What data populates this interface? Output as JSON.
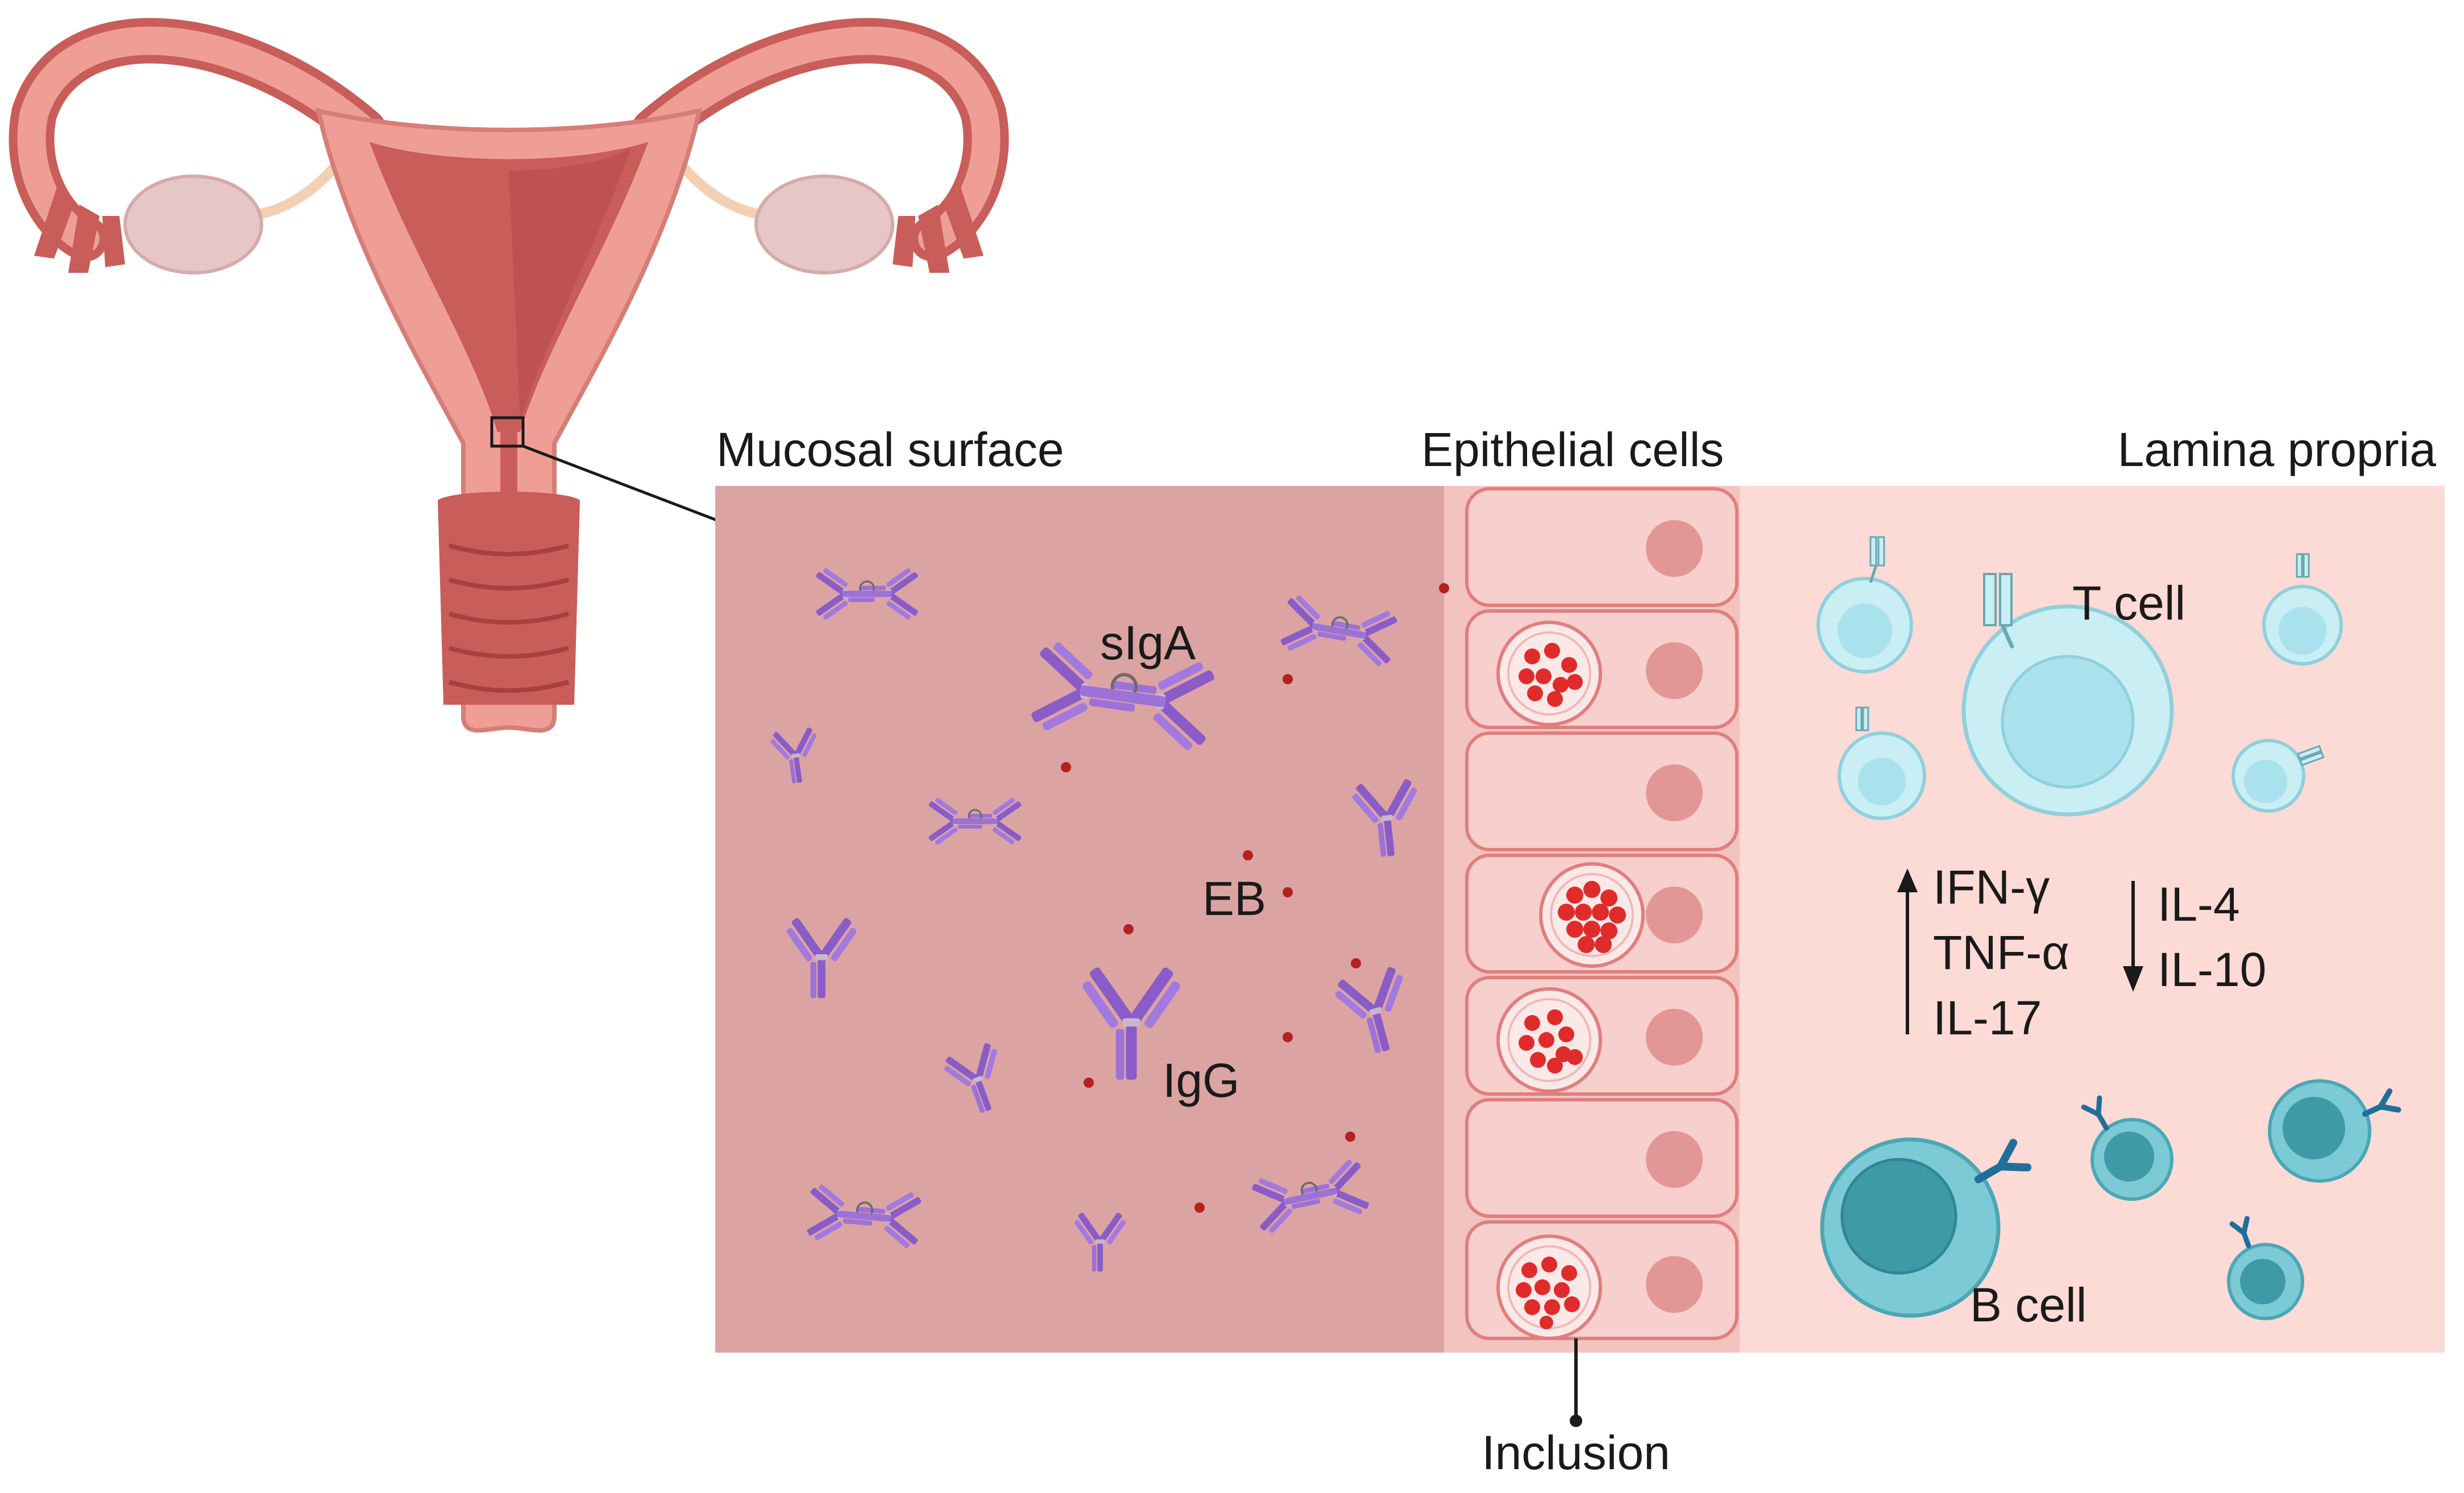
{
  "headings": {
    "mucosal_surface": "Mucosal surface",
    "epithelial_cells": "Epithelial cells",
    "lamina_propria": "Lamina propria"
  },
  "labels": {
    "siga": "sIgA",
    "eb": "EB",
    "igg": "IgG",
    "t_cell": "T cell",
    "b_cell": "B cell",
    "inclusion": "Inclusion"
  },
  "cytokines": {
    "up": [
      "IFN-γ",
      "TNF-α",
      "IL-17"
    ],
    "down": [
      "IL-4",
      "IL-10"
    ]
  },
  "colors": {
    "mucosa": "#dca3a3",
    "epithelium_bg": "#f4c6c3",
    "cell_fill": "#f7cfcc",
    "cell_stroke": "#e07e7e",
    "nucleus": "#e29696",
    "lamina": "#fcdad6",
    "antibody": "#8a5cc8",
    "eb_dot": "#b52020",
    "t_cell": "#a9e2ec",
    "b_cell": "#4db0bf",
    "uterus_outer": "#ef9e96",
    "uterus_inner": "#c85d5a",
    "ovary": "#e6c6c6"
  }
}
